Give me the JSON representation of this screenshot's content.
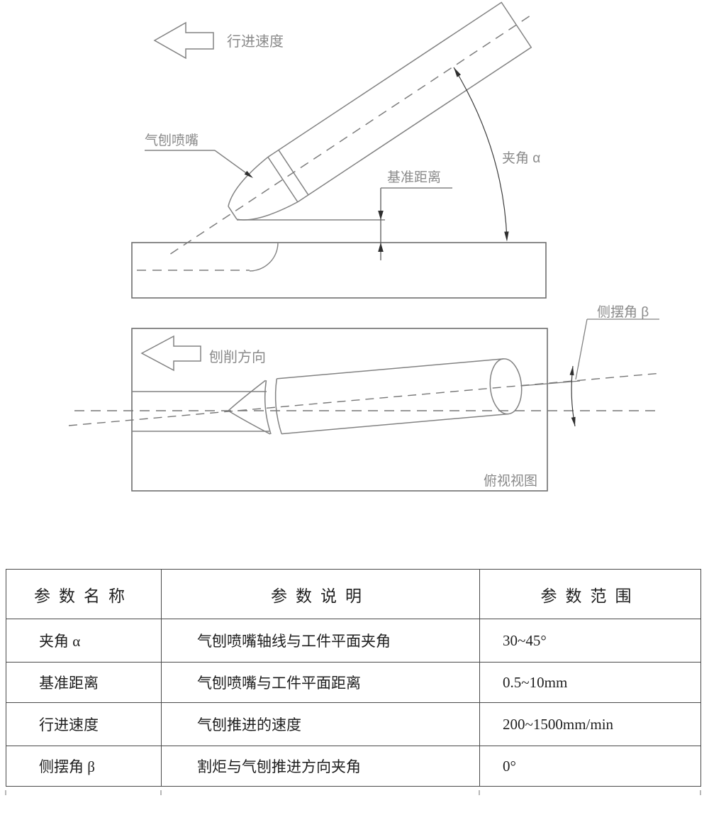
{
  "side_view": {
    "travel_speed": "行进速度",
    "nozzle": "气刨喷嘴",
    "reference_distance": "基准距离",
    "angle_alpha": "夹角 α"
  },
  "top_view": {
    "direction": "刨削方向",
    "side_swing_angle": "侧摆角 β",
    "caption": "俯视视图"
  },
  "table": {
    "headers": [
      "参数名称",
      "参数说明",
      "参数范围"
    ],
    "rows": [
      {
        "name": "夹角 α",
        "description": "气刨喷嘴轴线与工件平面夹角",
        "range": "30~45°"
      },
      {
        "name": "基准距离",
        "description": "气刨喷嘴与工件平面距离",
        "range": "0.5~10mm"
      },
      {
        "name": "行进速度",
        "description": "气刨推进的速度",
        "range": "200~1500mm/min"
      },
      {
        "name": "侧摆角 β",
        "description": "割炬与气刨推进方向夹角",
        "range": "0°"
      }
    ]
  },
  "colors": {
    "diagram_line": "#828282",
    "label_text": "#8a8a8a",
    "dimension_line": "#3c3c3c",
    "table_border": "#4a4a4a",
    "table_text": "#1f1f1f"
  }
}
